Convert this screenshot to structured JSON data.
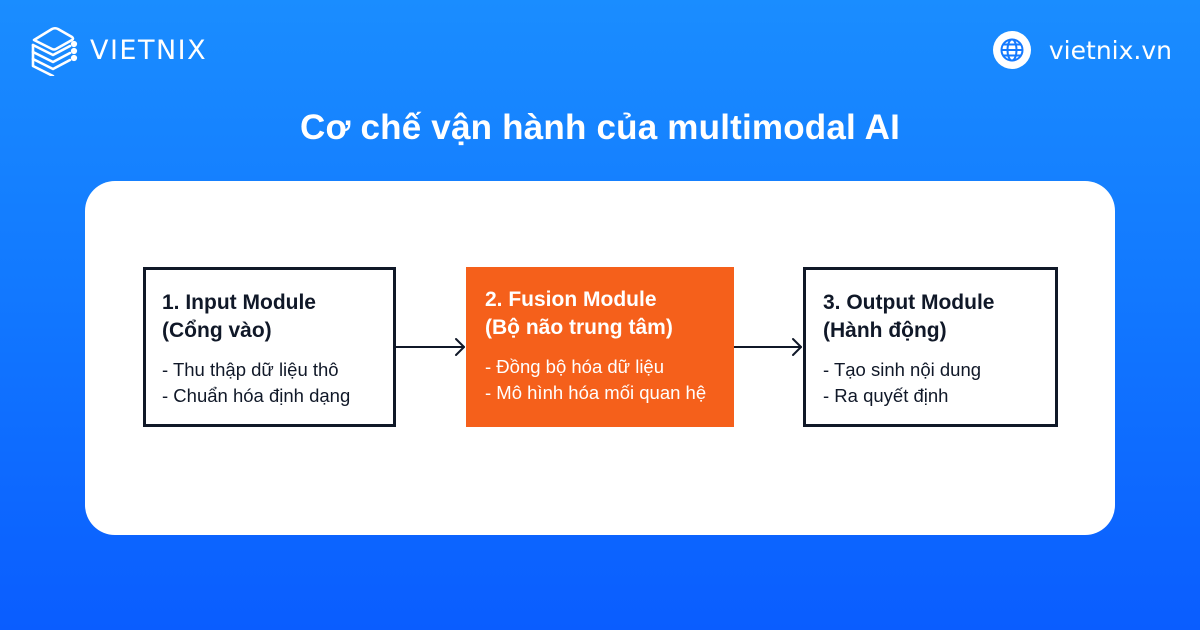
{
  "brand": {
    "name": "VIETNIX",
    "icon": "server-stack-icon"
  },
  "site": {
    "url": "vietnix.vn",
    "icon": "globe-icon"
  },
  "title": "Cơ chế vận hành của multimodal AI",
  "colors": {
    "background_top": "#1a8dff",
    "background_bottom": "#0a5dff",
    "card": "#ffffff",
    "box_border": "#101828",
    "fusion_fill": "#f5601b",
    "text_dark": "#101828",
    "text_light": "#ffffff"
  },
  "diagram": {
    "modules": [
      {
        "title_line1": "1. Input Module",
        "title_line2": "(Cổng vào)",
        "items": [
          "- Thu thập dữ liệu thô",
          "- Chuẩn hóa định dạng"
        ],
        "style": "outline"
      },
      {
        "title_line1": "2. Fusion Module",
        "title_line2": "(Bộ não trung tâm)",
        "items": [
          "- Đồng bộ hóa dữ liệu",
          "- Mô hình hóa mối quan hệ"
        ],
        "style": "filled"
      },
      {
        "title_line1": "3. Output Module",
        "title_line2": "(Hành động)",
        "items": [
          "- Tạo sinh nội dung",
          "- Ra quyết định"
        ],
        "style": "outline"
      }
    ],
    "connections": [
      {
        "from": 0,
        "to": 1,
        "type": "arrow"
      },
      {
        "from": 1,
        "to": 2,
        "type": "arrow"
      }
    ]
  }
}
